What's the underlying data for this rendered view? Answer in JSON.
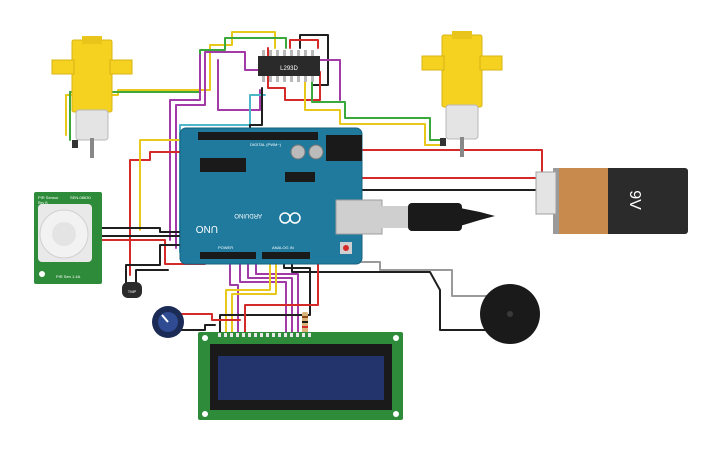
{
  "battery": {
    "label": "9V"
  },
  "motor_driver": {
    "label": "L293D"
  },
  "arduino": {
    "brand": "ARDUINO",
    "model": "UNO",
    "digital_header": "DIGITAL (PWM~)",
    "power_header": "POWER",
    "analog_header": "ANALOG IN"
  },
  "pir_sensor": {
    "top_left_text": "PIR Sensor",
    "top_right_text": "SEN-08630",
    "sub_text": "Rev B",
    "bottom_text": "PIR Sen 1.4A"
  },
  "temp_sensor": {
    "label": "TMP"
  },
  "colors": {
    "red": "#d42a2a",
    "black": "#1f1f1f",
    "green": "#3aa83a",
    "yellow": "#e8c81a",
    "purple": "#a23aa8",
    "cyan": "#4fb6c8",
    "gray": "#9a9a9a",
    "board": "#1f7a9e",
    "motor_yellow": "#f5d21f",
    "lcd_pcb": "#2e8b3a",
    "lcd_screen": "#23336b",
    "battery_orange": "#c98a4e"
  }
}
